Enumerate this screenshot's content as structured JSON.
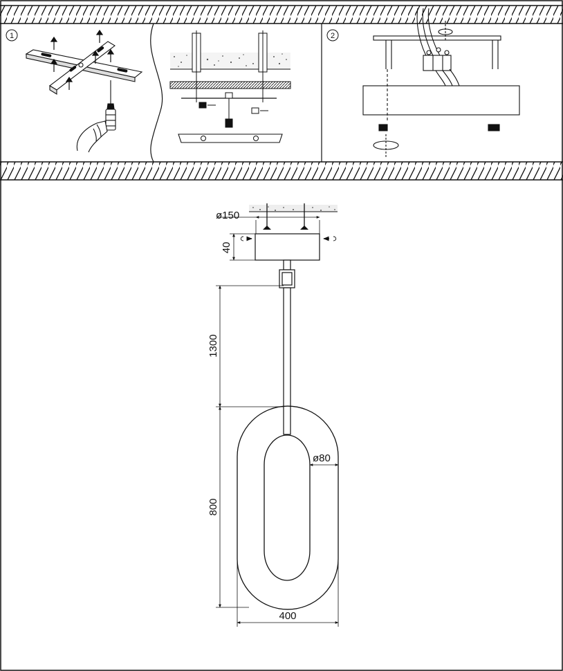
{
  "steps": {
    "step1_marker": "1",
    "step2_marker": "2"
  },
  "dimensions": {
    "canopy_diameter": "ø150",
    "canopy_height": "40",
    "rod_length": "1300",
    "ring_height": "800",
    "ring_width": "400",
    "tube_diameter": "ø80"
  },
  "colors": {
    "line": "#111111",
    "concrete": "#555555"
  }
}
